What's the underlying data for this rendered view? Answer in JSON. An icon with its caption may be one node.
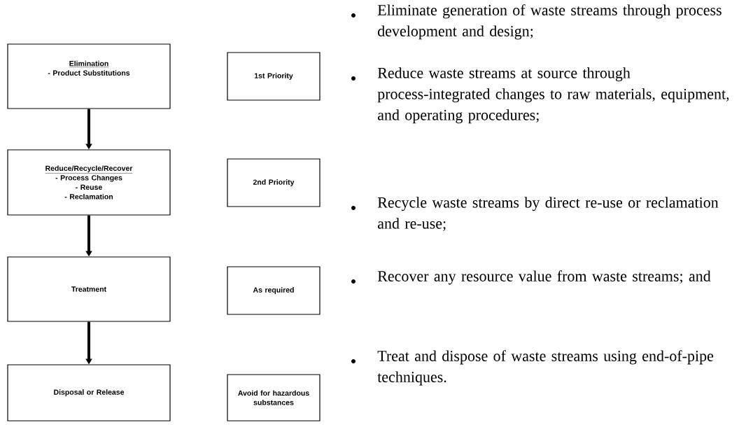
{
  "diagram": {
    "nodes": [
      {
        "text": [
          "Elimination",
          "- Product Substitutions"
        ]
      },
      {
        "text": [
          "Reduce/Recycle/Recover",
          "- Process Changes",
          "- Reuse",
          "- Reclamation"
        ]
      },
      {
        "text": [
          "Treatment"
        ]
      },
      {
        "text": [
          "Disposal or Release"
        ]
      },
      {
        "text": [
          "1st Priority"
        ]
      },
      {
        "text": [
          "2nd Priority"
        ]
      },
      {
        "text": [
          "As required"
        ]
      },
      {
        "text": [
          "Avoid for hazardous substances"
        ]
      }
    ],
    "edges": [
      {
        "from": 0,
        "to": 1,
        "arrow": "to"
      },
      {
        "from": 1,
        "to": 2,
        "arrow": "to"
      },
      {
        "from": 2,
        "to": 3,
        "arrow": "to"
      }
    ],
    "labels": [
      "Eliminate generation of waste streams through process development and design;",
      "Reduce waste streams at source through process-integrated changes to raw materials, equipment, and operating procedures;",
      "Recycle waste streams by direct re-use or reclamation and re-use;",
      "Recover any resource value from waste streams; and",
      "Treat and dispose of waste streams using end-of-pipe techniques."
    ]
  }
}
